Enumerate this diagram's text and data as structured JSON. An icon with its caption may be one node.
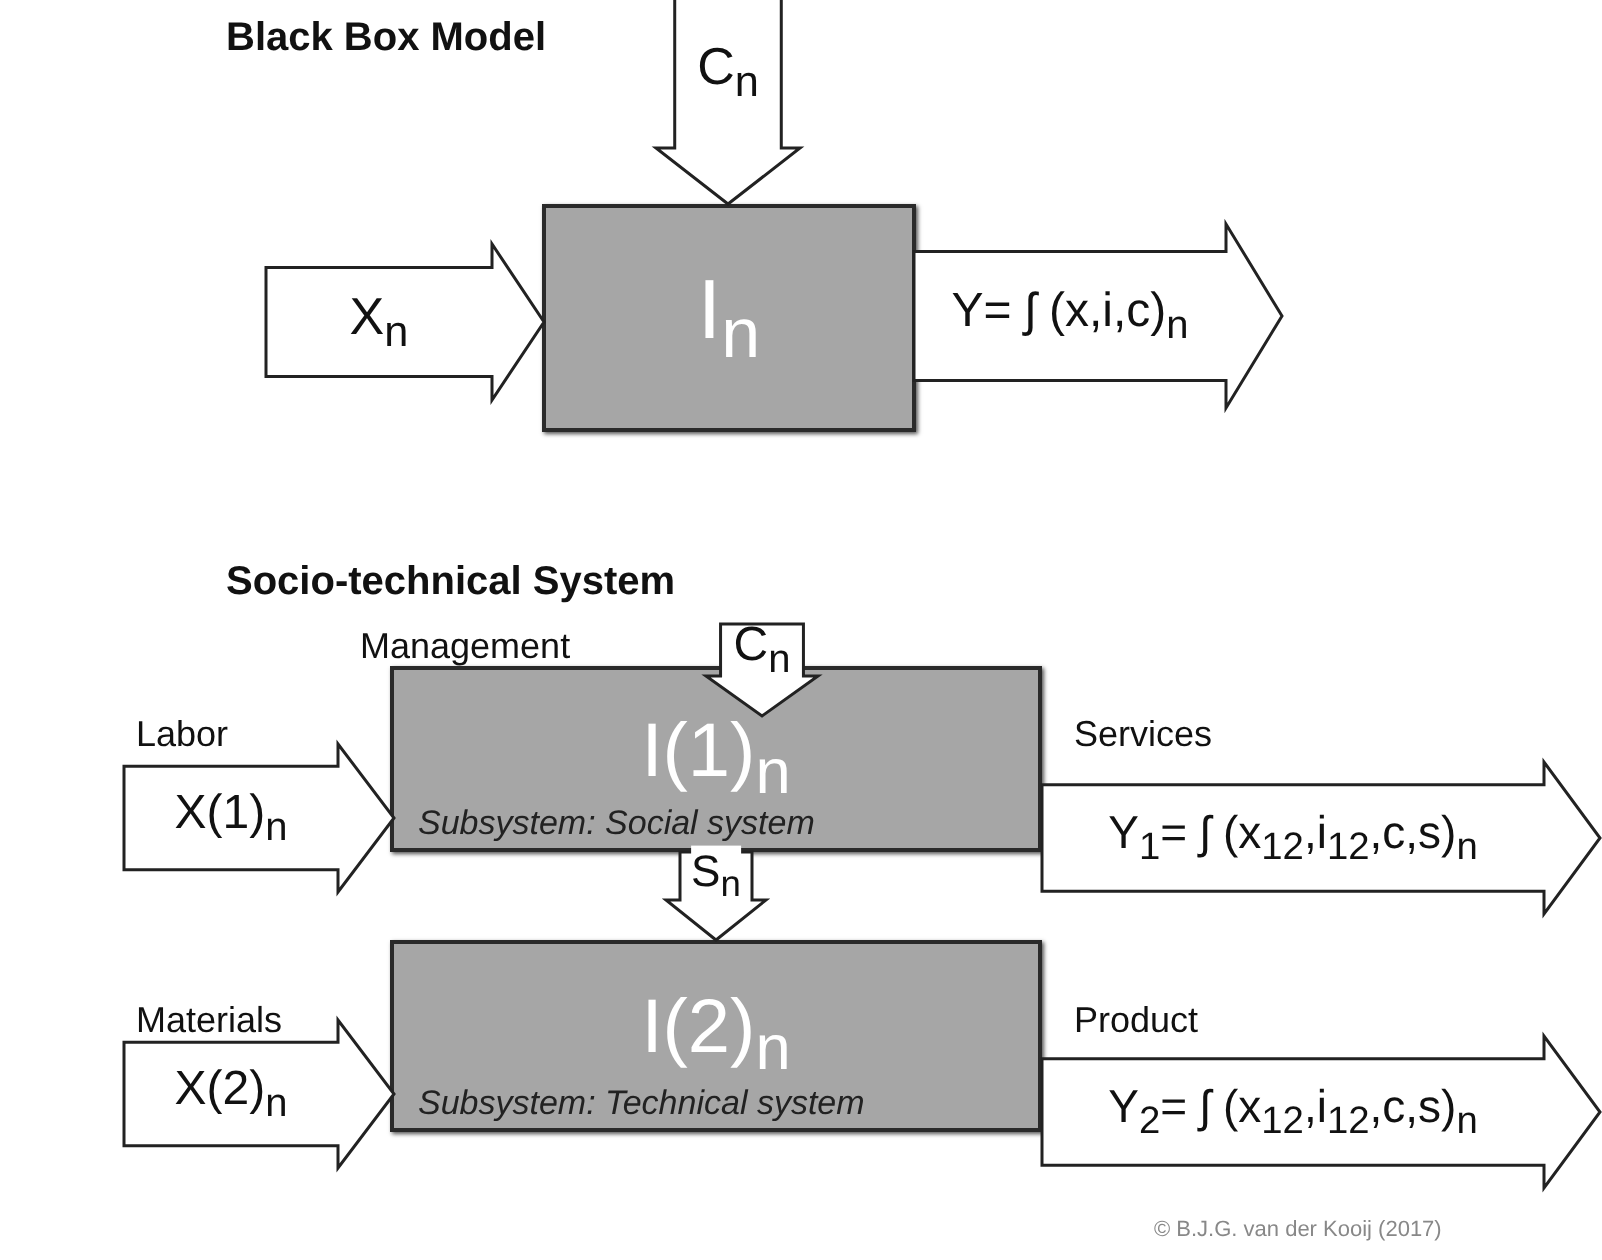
{
  "diagram": {
    "nodes": [
      {
        "text": [
          "C$_{n}$"
        ]
      },
      {
        "text": [
          "X$_{n}$"
        ]
      },
      {
        "text": [
          "I$_{n}$"
        ]
      },
      {
        "text": [
          "Y= ʃ (x,i,c)$_{n}$"
        ]
      },
      {
        "text": [
          "C$_{n}$"
        ]
      },
      {
        "text": [
          "X(1)$_{n}$"
        ],
        "beside": [
          "Labor"
        ]
      },
      {
        "text": [
          "I(1)$_{n}$",
          "Subsystem: Social system"
        ]
      },
      {
        "text": [
          "Y$_{1}$= ʃ (x$_{12}$,i$_{12}$,c,s)$_{n}$"
        ],
        "beside": [
          "Services"
        ]
      },
      {
        "text": [
          "X(2)$_{n}$"
        ],
        "beside": [
          "Materials"
        ]
      },
      {
        "text": [
          "I(2)$_{n}$",
          "Subsystem: Technical system"
        ]
      },
      {
        "text": [
          "Y$_{2}$= ʃ (x$_{12}$,i$_{12}$,c,s)$_{n}$"
        ],
        "beside": [
          "Product"
        ]
      }
    ],
    "edges": [
      {
        "from": 6,
        "to": 9,
        "arrow": "to",
        "label": "S$_{n}$"
      }
    ],
    "labels": [
      "Black Box Model",
      "Socio-technical System",
      "Management",
      "© B.J.G. van der Kooij (2017)"
    ]
  }
}
